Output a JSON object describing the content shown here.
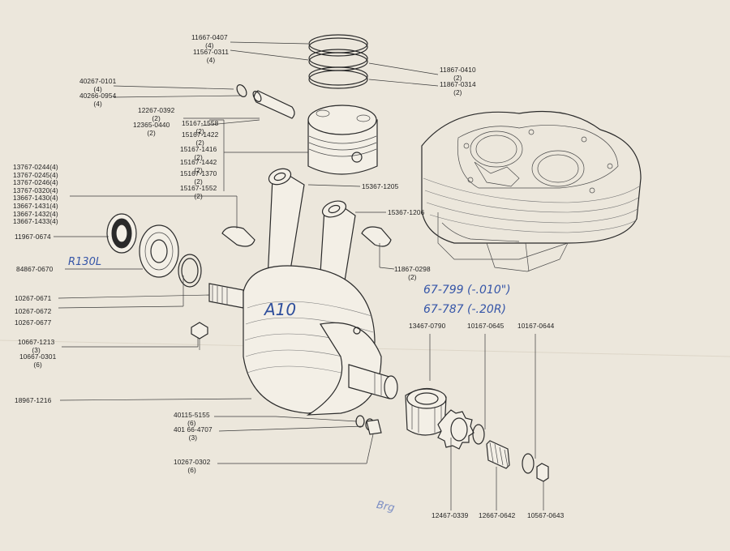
{
  "labels": {
    "l0407": {
      "pn": "11667-0407",
      "qty": "(4)"
    },
    "l0311": {
      "pn": "11567-0311",
      "qty": "(4)"
    },
    "l0410": {
      "pn": "11867-0410",
      "qty": "(2)"
    },
    "l0314": {
      "pn": "11867-0314",
      "qty": "(2)"
    },
    "l0101": {
      "pn": "40267-0101",
      "qty": "(4)"
    },
    "l0954": {
      "pn": "40266-0954",
      "qty": "(4)"
    },
    "l0392": {
      "pn": "12267-0392",
      "qty": "(2)"
    },
    "l0440": {
      "pn": "12365-0440",
      "qty": "(2)"
    },
    "l1558": {
      "pn": "15167-1558",
      "qty": "(2)"
    },
    "l1422": {
      "pn": "15167-1422",
      "qty": "(2)"
    },
    "l1416": {
      "pn": "15167-1416",
      "qty": "(2)"
    },
    "l1442": {
      "pn": "15167-1442",
      "qty": "(2)"
    },
    "l1370": {
      "pn": "15167-1370",
      "qty": "(2)"
    },
    "l1552": {
      "pn": "15167-1552",
      "qty": "(2)"
    },
    "l1205": {
      "pn": "15367-1205"
    },
    "l1206": {
      "pn": "15367-1206"
    },
    "bearings": [
      "13767-0244(4)",
      "13767-0245(4)",
      "13767-0246(4)",
      "13767-0320(4)",
      "13667-1430(4)",
      "13667-1431(4)",
      "13667-1432(4)",
      "13667-1433(4)"
    ],
    "l0674": {
      "pn": "11967-0674"
    },
    "l0670": {
      "pn": "84867-0670"
    },
    "l0298": {
      "pn": "11867-0298",
      "qty": "(2)"
    },
    "l0671": {
      "pn": "10267-0671"
    },
    "l0672": {
      "pn": "10267-0672"
    },
    "l0677": {
      "pn": "10267-0677"
    },
    "l1213": {
      "pn": "10667-1213",
      "qty": "(3)"
    },
    "l0301": {
      "pn": "10667-0301",
      "qty": "(6)"
    },
    "l0790": {
      "pn": "13467-0790"
    },
    "l0645": {
      "pn": "10167-0645"
    },
    "l0644": {
      "pn": "10167-0644"
    },
    "l1216": {
      "pn": "18967-1216"
    },
    "l5155": {
      "pn": "40115-5155",
      "qty": "(6)"
    },
    "l4707": {
      "pn": "401 66-4707",
      "qty": "(3)"
    },
    "l0302": {
      "pn": "10267-0302",
      "qty": "(6)"
    },
    "l0339": {
      "pn": "12467-0339"
    },
    "l0642": {
      "pn": "12667-0642"
    },
    "l0643": {
      "pn": "10567-0643"
    }
  },
  "handwriting": {
    "bearing_note": "R130L",
    "crank_mark": "A10",
    "note_line1": "67-799 (-.010\")",
    "note_line2": "67-787 (-.20R)",
    "scribble": "Brg"
  }
}
